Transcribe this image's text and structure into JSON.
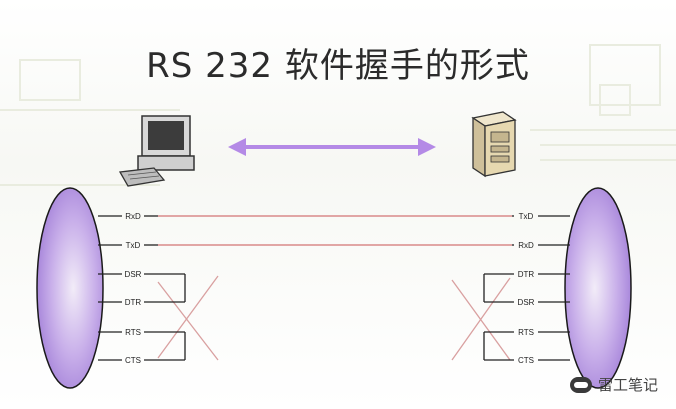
{
  "title": "RS 232 软件握手的形式",
  "watermark": "雷工笔记",
  "icons": {
    "left_device": "desktop-computer-icon",
    "right_device": "server-tower-icon",
    "link_arrow": "double-arrow-icon"
  },
  "colors": {
    "ellipse_fill": "#b89be0",
    "ellipse_stroke": "#1a1a1a",
    "signal_line": "#d98a8a",
    "arrow": "#b48ae6",
    "wire": "#222222",
    "cross": "#d9a0a0"
  },
  "left_signals": [
    "RxD",
    "TxD",
    "DSR",
    "DTR",
    "RTS",
    "CTS"
  ],
  "right_signals": [
    "TxD",
    "RxD",
    "DTR",
    "DSR",
    "RTS",
    "CTS"
  ]
}
